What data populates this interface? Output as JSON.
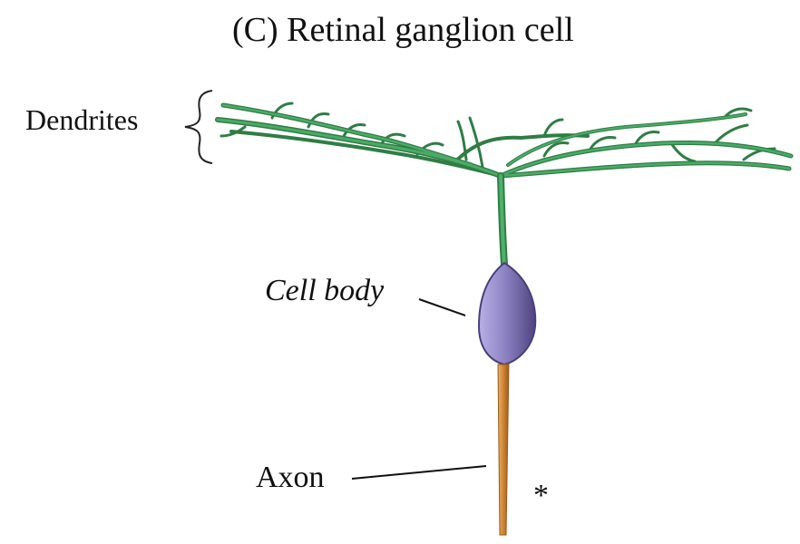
{
  "figure": {
    "title": "(C)  Retinal ganglion cell",
    "labels": {
      "dendrites": "Dendrites",
      "cell_body": "Cell body",
      "axon": "Axon",
      "marker": "*"
    }
  },
  "colors": {
    "dendrite_green": "#3f9a5a",
    "dendrite_outline": "#1f5a30",
    "soma_purple": "#8e84c4",
    "soma_outline": "#4a3f7a",
    "axon_orange": "#cf8433",
    "text": "#111111"
  }
}
